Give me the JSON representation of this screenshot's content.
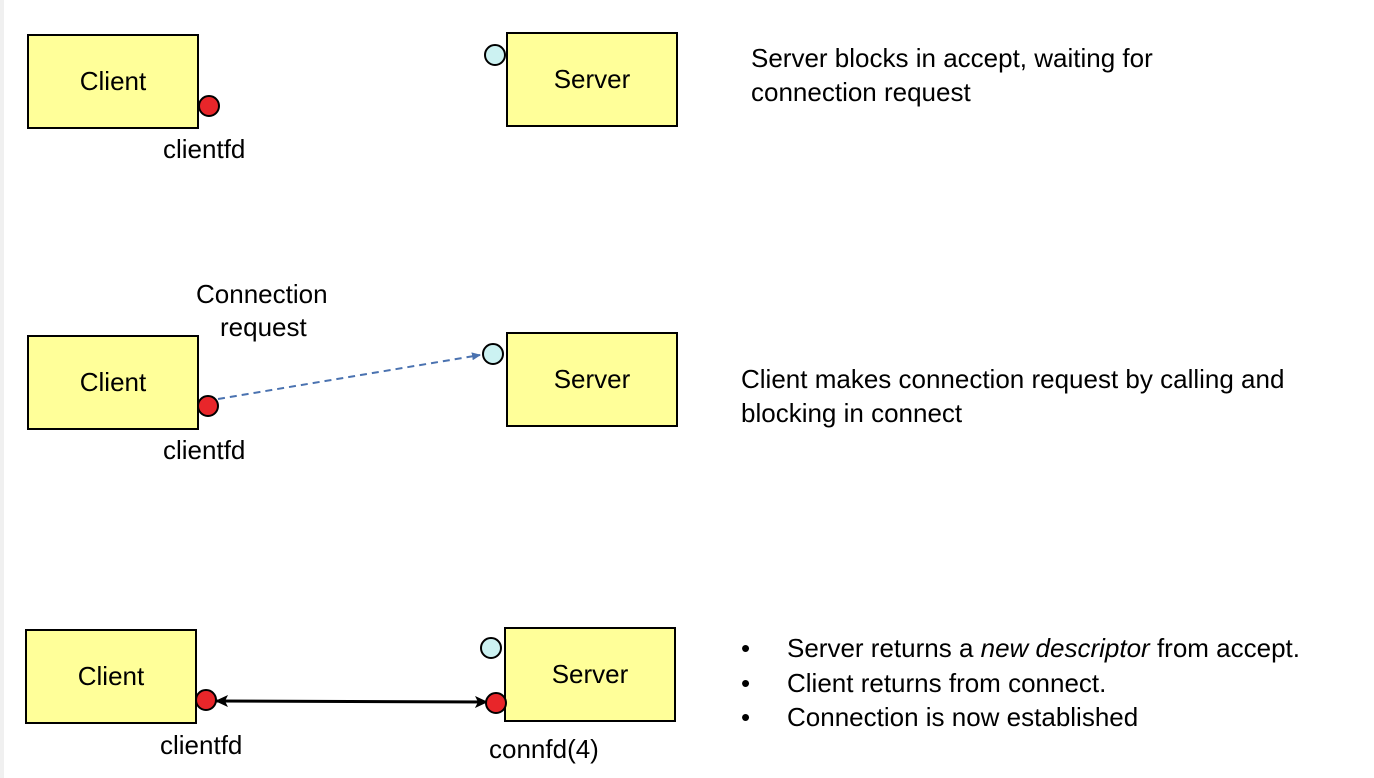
{
  "row1": {
    "client_label": "Client",
    "server_label": "Server",
    "clientfd_label": "clientfd",
    "description_part1": "Server blocks in ",
    "description_keyword": "accept",
    "description_part2": ", waiting for connection request"
  },
  "row2": {
    "client_label": "Client",
    "server_label": "Server",
    "clientfd_label": "clientfd",
    "arrow_label_line1": "Connection",
    "arrow_label_line2": "request",
    "description": "Client makes connection request by calling and blocking in connect"
  },
  "row3": {
    "client_label": "Client",
    "server_label": "Server",
    "clientfd_label": "clientfd",
    "connfd_label": "connfd(4)",
    "bullet_glyph": "•",
    "bullet1_part1": "Server returns a ",
    "bullet1_italic": "new descriptor",
    "bullet1_part2": " from ",
    "bullet1_keyword": "accept",
    "bullet1_part3": ".",
    "bullet2": "Client returns from connect.",
    "bullet3": "Connection is now established"
  },
  "colors": {
    "box_fill": "#ffff99",
    "client_descriptor": "#e8262a",
    "listen_descriptor": "#ccf2f2",
    "request_arrow": "#4a72b0",
    "connection_line": "#000000"
  }
}
